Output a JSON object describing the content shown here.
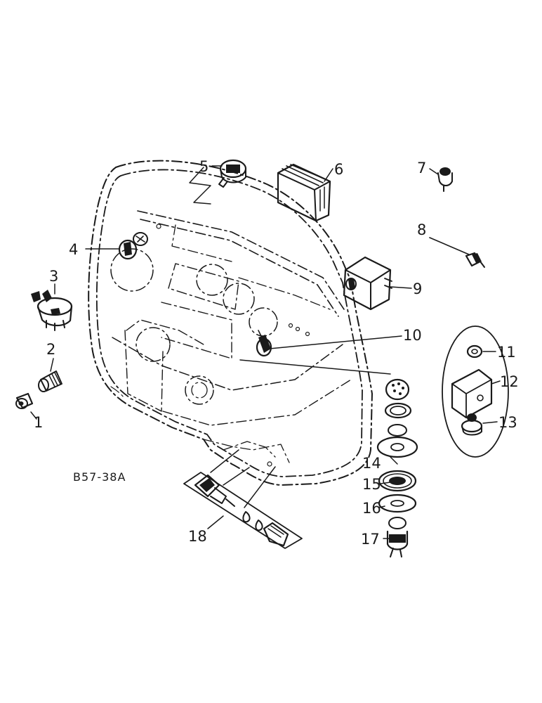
{
  "drawing_ref": "B57-38A",
  "callouts": [
    "1",
    "2",
    "3",
    "4",
    "5",
    "6",
    "7",
    "8",
    "9",
    "10",
    "11",
    "12",
    "13",
    "14",
    "15",
    "16",
    "17",
    "18"
  ]
}
